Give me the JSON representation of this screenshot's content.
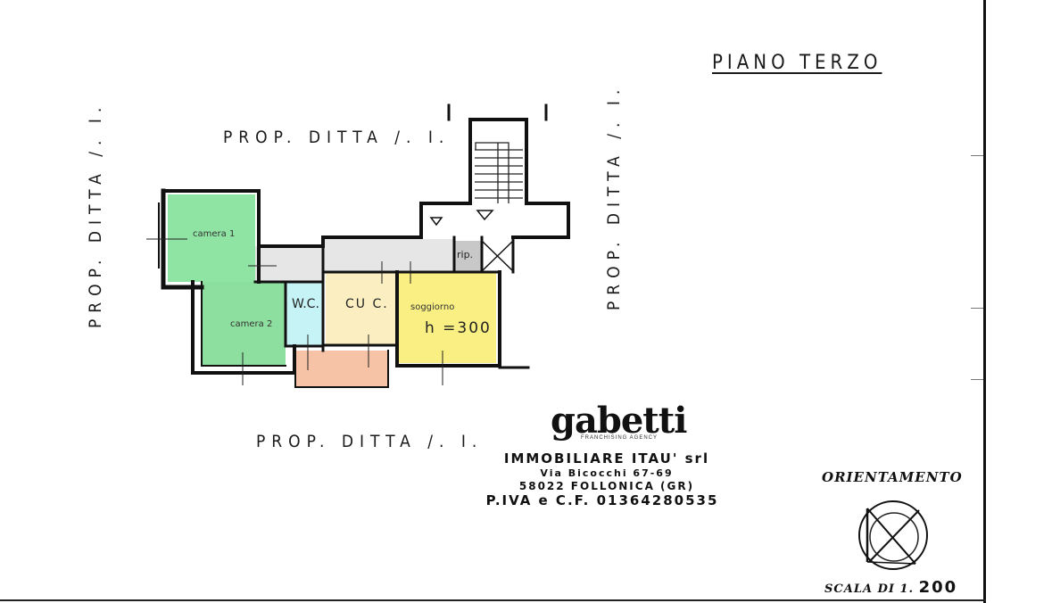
{
  "plan": {
    "title": "PIANO TERZO",
    "height_note": "h =300"
  },
  "neighbors": {
    "top": "PROP. DITTA /. I.",
    "bottom": "PROP. DITTA /. I.",
    "left": "PROP. DITTA /. I.",
    "right": "PROP. DITTA /. I."
  },
  "rooms": [
    {
      "id": "camera1",
      "label": "camera 1",
      "color": "#8fe3a3"
    },
    {
      "id": "camera2",
      "label": "camera 2",
      "color": "#8ddf9f"
    },
    {
      "id": "wc",
      "label": "W.C.",
      "color": "#c6f4f6"
    },
    {
      "id": "cucina",
      "label": "CU C.",
      "color": "#fbefc2"
    },
    {
      "id": "soggiorno",
      "label": "soggiorno",
      "color": "#f9ef82"
    },
    {
      "id": "balcone",
      "label": "",
      "color": "#f7c3a6"
    },
    {
      "id": "disimpegno",
      "label": "",
      "color": "#e6e6e6"
    },
    {
      "id": "ripostiglio",
      "label": "rip.",
      "color": "#c8c8c8"
    }
  ],
  "agency": {
    "logo": "gabetti",
    "logo_tagline": "FRANCHISING AGENCY",
    "name": "IMMOBILIARE ITAU' srl",
    "address": "Via Bicocchi 67-69",
    "city": "58022 FOLLONICA (GR)",
    "vat": "P.IVA e C.F. 01364280535"
  },
  "legend": {
    "orientation_label": "ORIENTAMENTO",
    "scale_label": "SCALA DI 1.",
    "scale_value": "200"
  },
  "colors": {
    "wall": "#111111",
    "frame": "#111111"
  }
}
